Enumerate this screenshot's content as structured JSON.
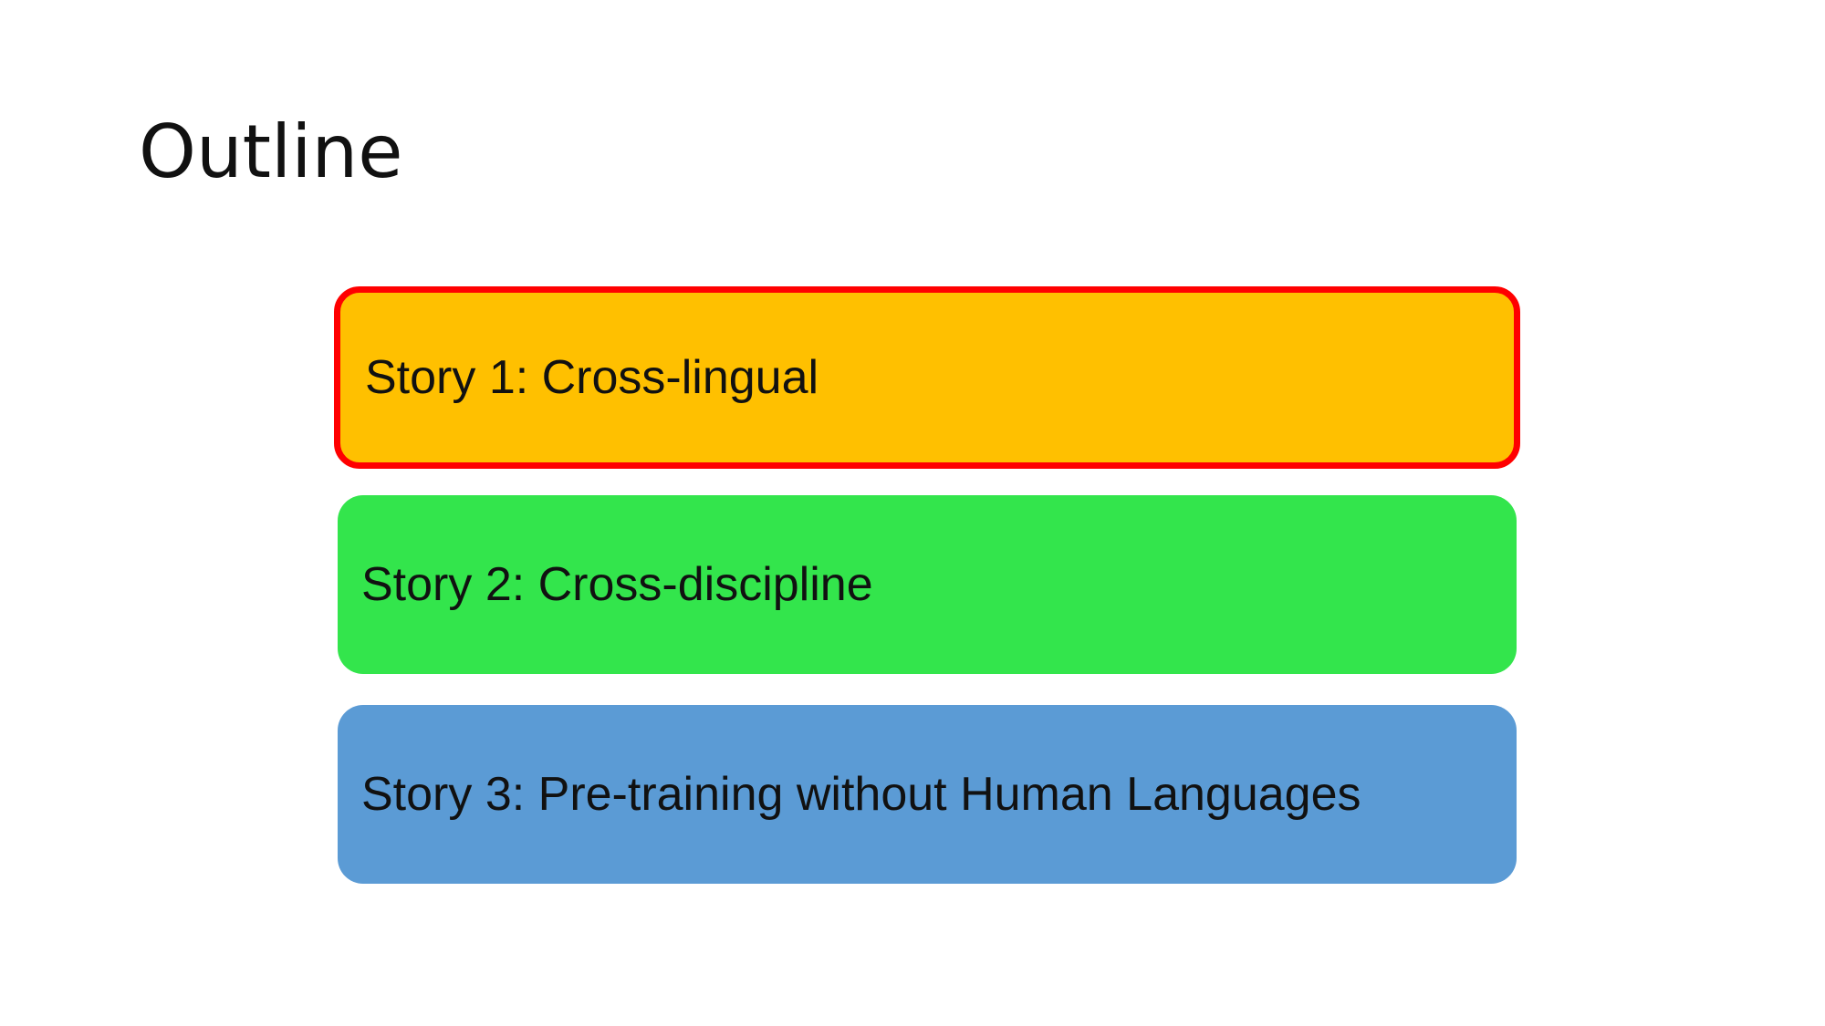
{
  "slide": {
    "title": "Outline"
  },
  "stories": [
    {
      "label": "Story 1: Cross-lingual",
      "fill": "#FFC000",
      "border": "#FF0000",
      "highlighted": true
    },
    {
      "label": "Story 2: Cross-discipline",
      "fill": "#33E54C",
      "highlighted": false
    },
    {
      "label": "Story 3: Pre-training without Human Languages",
      "fill": "#5B9BD5",
      "highlighted": false
    }
  ]
}
